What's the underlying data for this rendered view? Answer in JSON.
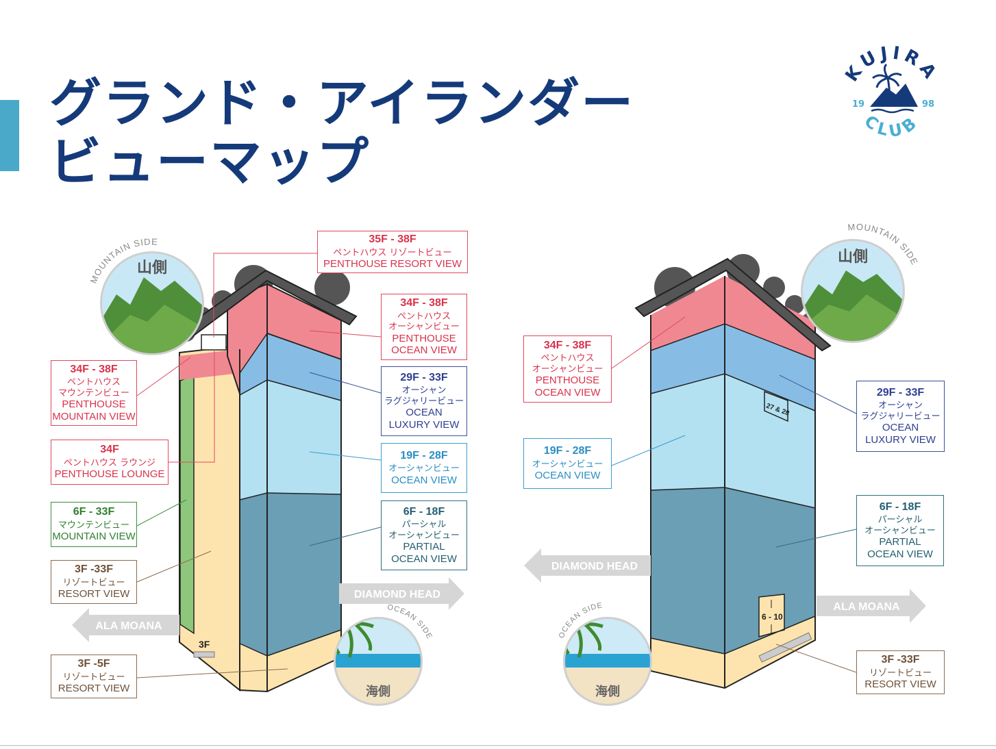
{
  "title": {
    "line1": "グランド・アイランダー",
    "line2": "ビューマップ"
  },
  "logo": {
    "top_text": "KUJIRA",
    "bottom_text": "CLUB",
    "year_left": "19",
    "year_right": "98"
  },
  "badges": {
    "mountain_side": "MOUNTAIN SIDE",
    "mountain_jp": "山側",
    "ocean_side": "OCEAN SIDE",
    "ocean_jp": "海側"
  },
  "directions": {
    "diamond_head": "DIAMOND HEAD",
    "ala_moana": "ALA MOANA"
  },
  "tower_marks": {
    "floor_3f": "3F",
    "floors_27_28": "27 & 28",
    "floors_6_10": "6 - 10"
  },
  "colors": {
    "title": "#153a7a",
    "penthouse": "#f08891",
    "ocean_luxury": "#87bde5",
    "ocean_view": "#b3e1f1",
    "partial_ocean": "#6a9fb5",
    "resort": "#fde4ae",
    "mountain": "#8ec77b",
    "roof": "#555555",
    "arrow": "#d6d6d6"
  },
  "left_labels": [
    {
      "id": "ph-resort",
      "floors": "35F - 38F",
      "jp": "ペントハウス リゾートビュー",
      "en": "PENTHOUSE RESORT VIEW"
    },
    {
      "id": "ph-ocean",
      "floors": "34F - 38F",
      "jp1": "ペントハウス",
      "jp2": "オーシャンビュー",
      "en1": "PENTHOUSE",
      "en2": "OCEAN VIEW"
    },
    {
      "id": "ocean-luxury",
      "floors": "29F - 33F",
      "jp1": "オーシャン",
      "jp2": "ラグジャリービュー",
      "en1": "OCEAN",
      "en2": "LUXURY VIEW"
    },
    {
      "id": "ocean-view",
      "floors": "19F - 28F",
      "jp": "オーシャンビュー",
      "en": "OCEAN VIEW"
    },
    {
      "id": "partial",
      "floors": "6F - 18F",
      "jp1": "パーシャル",
      "jp2": "オーシャンビュー",
      "en1": "PARTIAL",
      "en2": "OCEAN VIEW"
    },
    {
      "id": "ph-mountain",
      "floors": "34F - 38F",
      "jp1": "ペントハウス",
      "jp2": "マウンテンビュー",
      "en1": "PENTHOUSE",
      "en2": "MOUNTAIN VIEW"
    },
    {
      "id": "ph-lounge",
      "floors": "34F",
      "jp": "ペントハウス ラウンジ",
      "en": "PENTHOUSE LOUNGE"
    },
    {
      "id": "mountain",
      "floors": "6F - 33F",
      "jp": "マウンテンビュー",
      "en": "MOUNTAIN VIEW"
    },
    {
      "id": "resort",
      "floors": "3F -33F",
      "jp": "リゾートビュー",
      "en": "RESORT VIEW"
    },
    {
      "id": "resort-low",
      "floors": "3F -5F",
      "jp": "リゾートビュー",
      "en": "RESORT VIEW"
    }
  ],
  "right_labels": [
    {
      "id": "ph-ocean",
      "floors": "34F - 38F",
      "jp1": "ペントハウス",
      "jp2": "オーシャンビュー",
      "en1": "PENTHOUSE",
      "en2": "OCEAN VIEW"
    },
    {
      "id": "ocean-view",
      "floors": "19F - 28F",
      "jp": "オーシャンビュー",
      "en": "OCEAN VIEW"
    },
    {
      "id": "ocean-luxury",
      "floors": "29F - 33F",
      "jp1": "オーシャン",
      "jp2": "ラグジャリービュー",
      "en1": "OCEAN",
      "en2": "LUXURY VIEW"
    },
    {
      "id": "partial",
      "floors": "6F - 18F",
      "jp1": "パーシャル",
      "jp2": "オーシャンビュー",
      "en1": "PARTIAL",
      "en2": "OCEAN VIEW"
    },
    {
      "id": "resort",
      "floors": "3F -33F",
      "jp": "リゾートビュー",
      "en": "RESORT VIEW"
    }
  ]
}
